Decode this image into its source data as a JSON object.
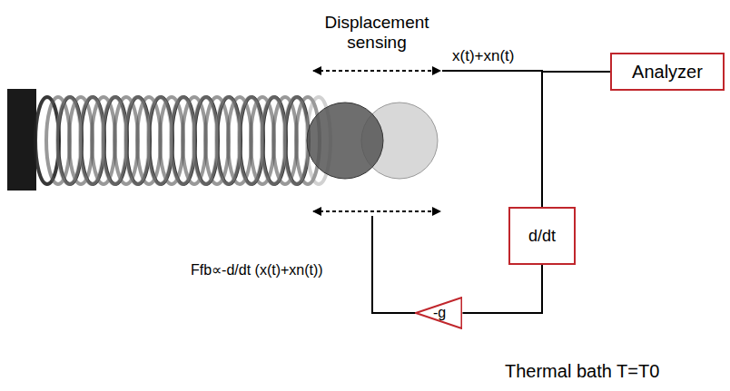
{
  "diagram": {
    "nodes": [
      {
        "text": [
          "Analyzer"
        ]
      },
      {
        "text": [
          "d/dt"
        ]
      },
      {
        "text": [
          "-g"
        ]
      }
    ],
    "edges": [
      {
        "from": 1,
        "to": 0,
        "arrow": "none"
      },
      {
        "from": 1,
        "to": 2,
        "arrow": "none"
      }
    ],
    "labels": [
      "Displacement sensing",
      "x(t)+xn(t)",
      "Ffb∝-d/dt (x(t)+xn(t))",
      "Thermal bath T=T0"
    ]
  }
}
